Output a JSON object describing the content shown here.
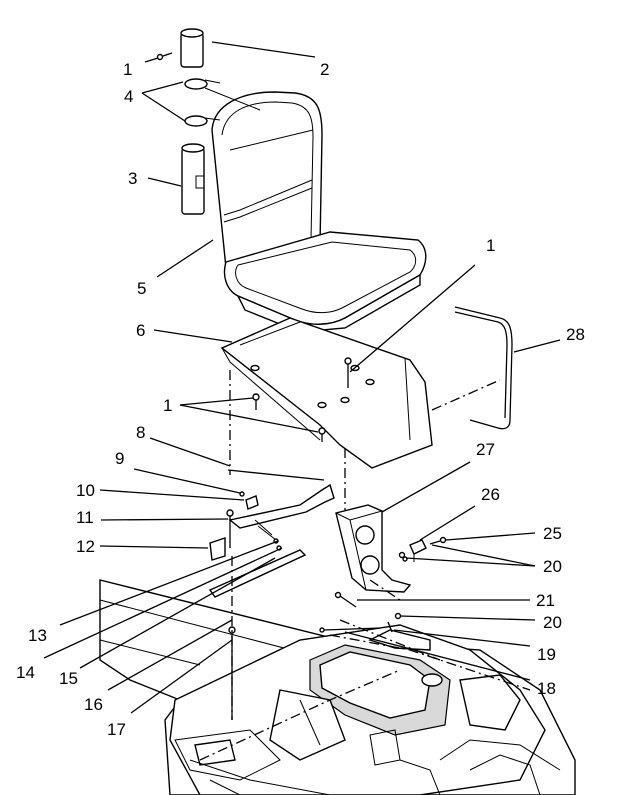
{
  "callouts": [
    "1",
    "2",
    "4",
    "3",
    "5",
    "1",
    "6",
    "28",
    "1",
    "8",
    "9",
    "27",
    "10",
    "26",
    "11",
    "25",
    "12",
    "20",
    "21",
    "20",
    "13",
    "19",
    "14",
    "15",
    "18",
    "16",
    "17"
  ]
}
